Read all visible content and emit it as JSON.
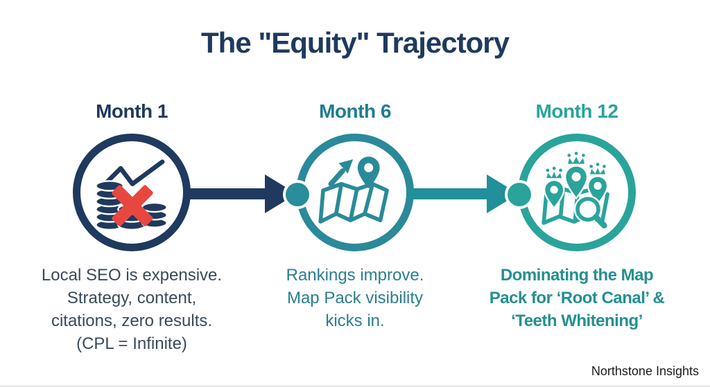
{
  "title": "The \"Equity\" Trajectory",
  "brand": "Northstone Insights",
  "stages": [
    {
      "label": "Month 1",
      "icon": "coins-crossed-out-icon",
      "lines": [
        "Local SEO is expensive.",
        "Strategy, content,",
        "citations, zero results.",
        "(CPL = Infinite)"
      ]
    },
    {
      "label": "Month 6",
      "icon": "map-growth-pin-icon",
      "lines": [
        "Rankings improve.",
        "Map Pack visibility",
        "kicks in."
      ]
    },
    {
      "label": "Month 12",
      "icon": "map-crowned-pins-icon",
      "lines": [
        "Dominating the Map",
        "Pack for ‘Root Canal’ &",
        "‘Teeth Whitening’"
      ]
    }
  ],
  "colors": {
    "navy": "#1e3a5e",
    "teal": "#2a8a99",
    "teal_light": "#2aa49b",
    "red_x": "#e8473f",
    "body_dark": "#3a4a5a",
    "body_teal": "#2a7f8f",
    "body_teal_bold": "#23908f"
  }
}
